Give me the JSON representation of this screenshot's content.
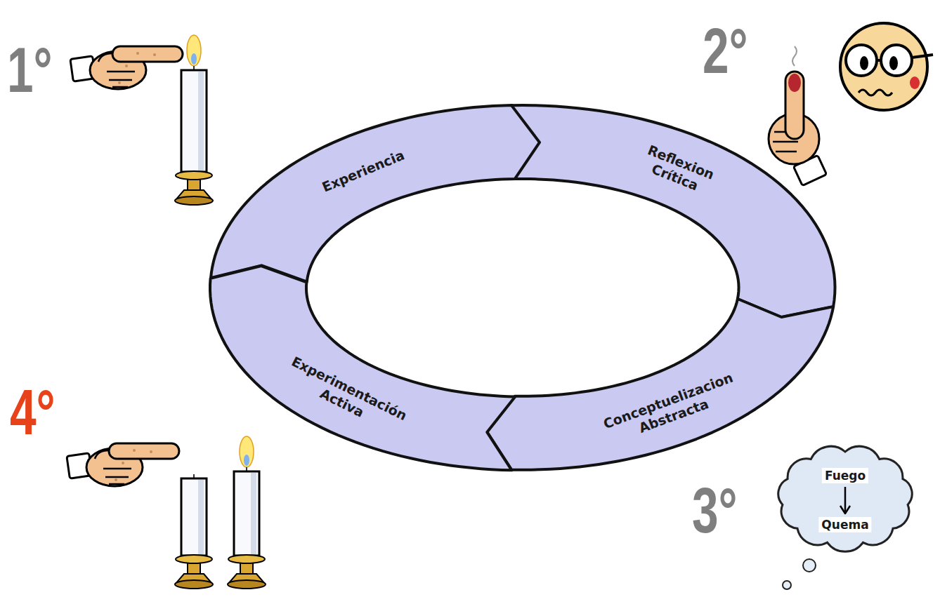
{
  "diagram": {
    "nodes": [
      {
        "text": [
          "Experiencia"
        ]
      },
      {
        "text": [
          "Reflexion Crítica"
        ]
      },
      {
        "text": [
          "Conceptuelizacion Abstracta"
        ]
      },
      {
        "text": [
          "Experimentación Activa"
        ]
      },
      {
        "text": [
          "Fuego",
          "Quema"
        ]
      }
    ],
    "labels": [
      "1°",
      "2°",
      "3°",
      "4°"
    ]
  }
}
